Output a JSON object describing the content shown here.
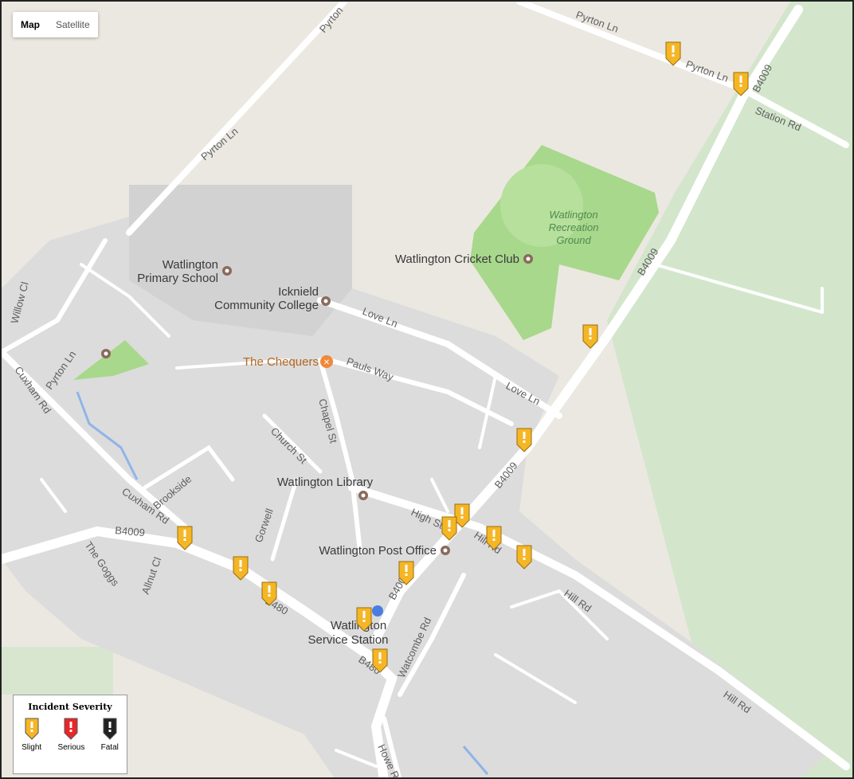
{
  "map_type_control": {
    "map_label": "Map",
    "satellite_label": "Satellite",
    "selected": "Map"
  },
  "street_labels": {
    "pyrton_ln_top": "Pyrton Ln",
    "pyrton_ln_ne": "Pyrton Ln",
    "pyrton_ln_nw": "Pyrton Ln",
    "pyrton_ln_w": "Pyrton Ln",
    "pyrton_ln_top_edge": "Pyrton",
    "b4009_ne": "B4009",
    "b4009_mid": "B4009",
    "b4009_low": "B4009",
    "b4009_sw": "B4009",
    "b4009_center": "B4009",
    "b480_a": "B480",
    "b480_b": "B480",
    "station_rd": "Station Rd",
    "love_ln_1": "Love Ln",
    "love_ln_2": "Love Ln",
    "pauls_way": "Pauls Way",
    "chapel_st": "Chapel St",
    "church_st": "Church St",
    "brookside": "Brookside",
    "cuxham_rd_1": "Cuxham Rd",
    "cuxham_rd_2": "Cuxham Rd",
    "willow_cl": "Willow Cl",
    "gorwell": "Gorwell",
    "the_goggs": "The Goggs",
    "allnut_cl": "Allnut Cl",
    "high_st": "High St",
    "hill_rd_1": "Hill Rd",
    "hill_rd_2": "Hill Rd",
    "hill_rd_3": "Hill Rd",
    "watcombe_rd": "Watcombe Rd",
    "howe_rd": "Howe R"
  },
  "pois": {
    "primary_school_1": "Watlington",
    "primary_school_2": "Primary School",
    "college_1": "Icknield",
    "college_2": "Community College",
    "cricket_club": "Watlington Cricket Club",
    "rec_ground_1": "Watlington",
    "rec_ground_2": "Recreation",
    "rec_ground_3": "Ground",
    "chequers": "The Chequers",
    "library": "Watlington Library",
    "post_office": "Watlington Post Office",
    "service_station_1": "Watlington",
    "service_station_2": "Service Station"
  },
  "incidents": [
    {
      "severity": "Slight"
    },
    {
      "severity": "Slight"
    },
    {
      "severity": "Slight"
    },
    {
      "severity": "Slight"
    },
    {
      "severity": "Slight"
    },
    {
      "severity": "Slight"
    },
    {
      "severity": "Slight"
    },
    {
      "severity": "Slight"
    },
    {
      "severity": "Slight"
    },
    {
      "severity": "Slight"
    },
    {
      "severity": "Slight"
    },
    {
      "severity": "Slight"
    },
    {
      "severity": "Slight"
    },
    {
      "severity": "Slight"
    }
  ],
  "legend": {
    "title": "Incident Severity",
    "items": [
      {
        "label": "Slight",
        "color": "#f5b625"
      },
      {
        "label": "Serious",
        "color": "#e8262a"
      },
      {
        "label": "Fatal",
        "color": "#222222"
      }
    ]
  },
  "colors": {
    "land": "#ebe8e1",
    "urban": "#dcdcdc",
    "park": "#a8d88c",
    "farmland": "#d3e6cc",
    "road": "#ffffff"
  }
}
